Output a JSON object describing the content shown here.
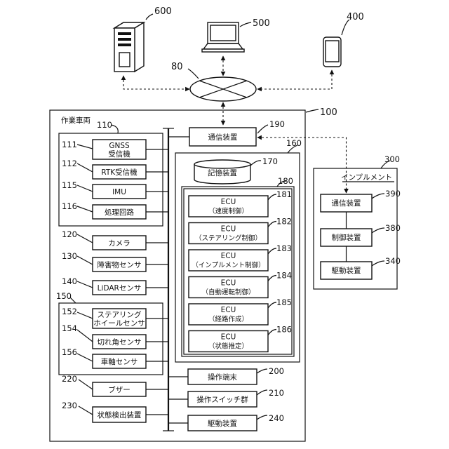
{
  "top": {
    "server_ref": "600",
    "laptop_ref": "500",
    "phone_ref": "400",
    "network_ref": "80"
  },
  "vehicle": {
    "title": "作業車両",
    "ref": "100",
    "gnss_group_ref": "110",
    "gnss_ref": "111",
    "gnss_l1": "GNSS",
    "gnss_l2": "受信機",
    "rtk_ref": "112",
    "rtk": "RTK受信機",
    "imu_ref": "115",
    "imu": "IMU",
    "proc_ref": "116",
    "proc": "処理回路",
    "camera_ref": "120",
    "camera": "カメラ",
    "obstacle_ref": "130",
    "obstacle": "障害物センサ",
    "lidar_ref": "140",
    "lidar": "LiDARセンサ",
    "sensor_group_ref": "150",
    "steer_ref": "152",
    "steer_l1": "ステアリング",
    "steer_l2": "ホイールセンサ",
    "angle_ref": "154",
    "angle": "切れ角センサ",
    "axle_ref": "156",
    "axle": "車軸センサ",
    "buzzer_ref": "220",
    "buzzer": "ブザー",
    "state_ref": "230",
    "state": "状態検出装置",
    "comm_ref": "190",
    "comm": "通信装置",
    "control_ref": "160",
    "storage_ref": "170",
    "storage": "記憶装置",
    "ecu_group_ref": "180",
    "ecus": [
      {
        "ref": "181",
        "title": "ECU",
        "sub": "（速度制御）"
      },
      {
        "ref": "182",
        "title": "ECU",
        "sub": "（ステアリング制御）"
      },
      {
        "ref": "183",
        "title": "ECU",
        "sub": "（インプルメント制御）"
      },
      {
        "ref": "184",
        "title": "ECU",
        "sub": "（自動運転制御）"
      },
      {
        "ref": "185",
        "title": "ECU",
        "sub": "（経路作成）"
      },
      {
        "ref": "186",
        "title": "ECU",
        "sub": "（状態推定）"
      }
    ],
    "terminal_ref": "200",
    "terminal": "操作端末",
    "switch_ref": "210",
    "switch": "操作スイッチ群",
    "drive_ref": "240",
    "drive": "駆動装置"
  },
  "implement": {
    "title": "インプルメント",
    "ref": "300",
    "comm_ref": "390",
    "comm": "通信装置",
    "control_ref": "380",
    "control": "制御装置",
    "drive_ref": "340",
    "drive": "駆動装置"
  }
}
